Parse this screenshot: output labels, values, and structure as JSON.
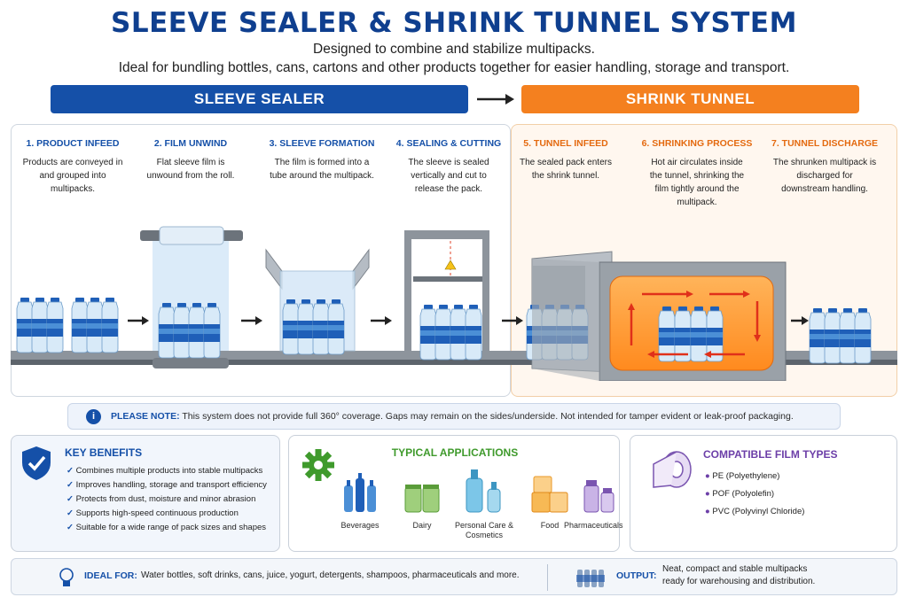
{
  "title": "SLEEVE SEALER & SHRINK TUNNEL SYSTEM",
  "subtitle_1": "Designed to combine and stabilize multipacks.",
  "subtitle_2": "Ideal for bundling bottles, cans, cartons and other products together for easier handling, storage and transport.",
  "sections": {
    "sealer": "SLEEVE SEALER",
    "tunnel": "SHRINK TUNNEL"
  },
  "colors": {
    "navy": "#1550a8",
    "orange": "#f4801f",
    "title_blue": "#0f3f8f",
    "green": "#3f9a2c",
    "purple": "#6c3fa8"
  },
  "steps": [
    {
      "title": "1. PRODUCT INFEED",
      "desc": "Products are conveyed in and grouped into multipacks."
    },
    {
      "title": "2. FILM UNWIND",
      "desc": "Flat sleeve film is unwound from the roll."
    },
    {
      "title": "3. SLEEVE FORMATION",
      "desc": "The film is formed into a tube around the multipack."
    },
    {
      "title": "4. SEALING & CUTTING",
      "desc": "The sleeve is sealed vertically and cut to release the pack."
    },
    {
      "title": "5. TUNNEL INFEED",
      "desc": "The sealed pack enters the shrink tunnel."
    },
    {
      "title": "6. SHRINKING PROCESS",
      "desc": "Hot air circulates inside the tunnel, shrinking the film tightly around the multipack."
    },
    {
      "title": "7. TUNNEL DISCHARGE",
      "desc": "The shrunken multipack is discharged for downstream handling."
    }
  ],
  "note": {
    "label": "PLEASE NOTE:",
    "text": "This system does not provide full 360° coverage. Gaps may remain on the sides/underside. Not intended for tamper evident or leak-proof packaging."
  },
  "benefits": {
    "title": "KEY BENEFITS",
    "items": [
      "Combines multiple products into stable multipacks",
      "Improves handling, storage and transport efficiency",
      "Protects from dust, moisture and minor abrasion",
      "Supports high-speed continuous production",
      "Suitable for a wide range of pack sizes and shapes"
    ]
  },
  "applications": {
    "title": "TYPICAL APPLICATIONS",
    "items": [
      "Beverages",
      "Dairy",
      "Personal Care & Cosmetics",
      "Food",
      "Pharmaceuticals"
    ]
  },
  "films": {
    "title": "COMPATIBLE FILM TYPES",
    "items": [
      "PE (Polyethylene)",
      "POF (Polyolefin)",
      "PVC (Polyvinyl Chloride)"
    ]
  },
  "footer": {
    "ideal_label": "IDEAL FOR:",
    "ideal_text": "Water bottles, soft drinks, cans, juice, yogurt, detergents, shampoos, pharmaceuticals and more.",
    "output_label": "OUTPUT:",
    "output_line1": "Neat, compact and stable multipacks",
    "output_line2": "ready for warehousing and distribution."
  }
}
